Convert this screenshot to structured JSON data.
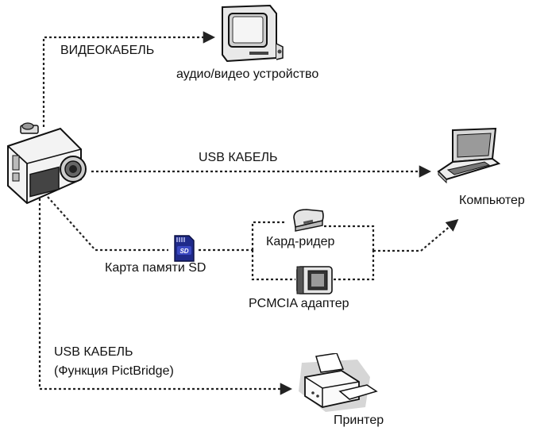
{
  "labels": {
    "video_cable": "ВИДЕОКАБЕЛЬ",
    "av_device": "аудио/видео устройство",
    "usb_cable_top": "USB КАБЕЛЬ",
    "computer": "Компьютер",
    "card_reader": "Кард-ридер",
    "sd_card": "Карта памяти SD",
    "pcmcia": "PCMCIA адаптер",
    "usb_cable_bottom": "USB КАБЕЛЬ",
    "pictbridge": "(Функция PictBridge)",
    "printer": "Принтер",
    "sd_logo": "SD"
  },
  "icons": [
    "camera-icon",
    "tv-icon",
    "laptop-icon",
    "card-reader-icon",
    "sd-card-icon",
    "pcmcia-adapter-icon",
    "printer-icon"
  ]
}
